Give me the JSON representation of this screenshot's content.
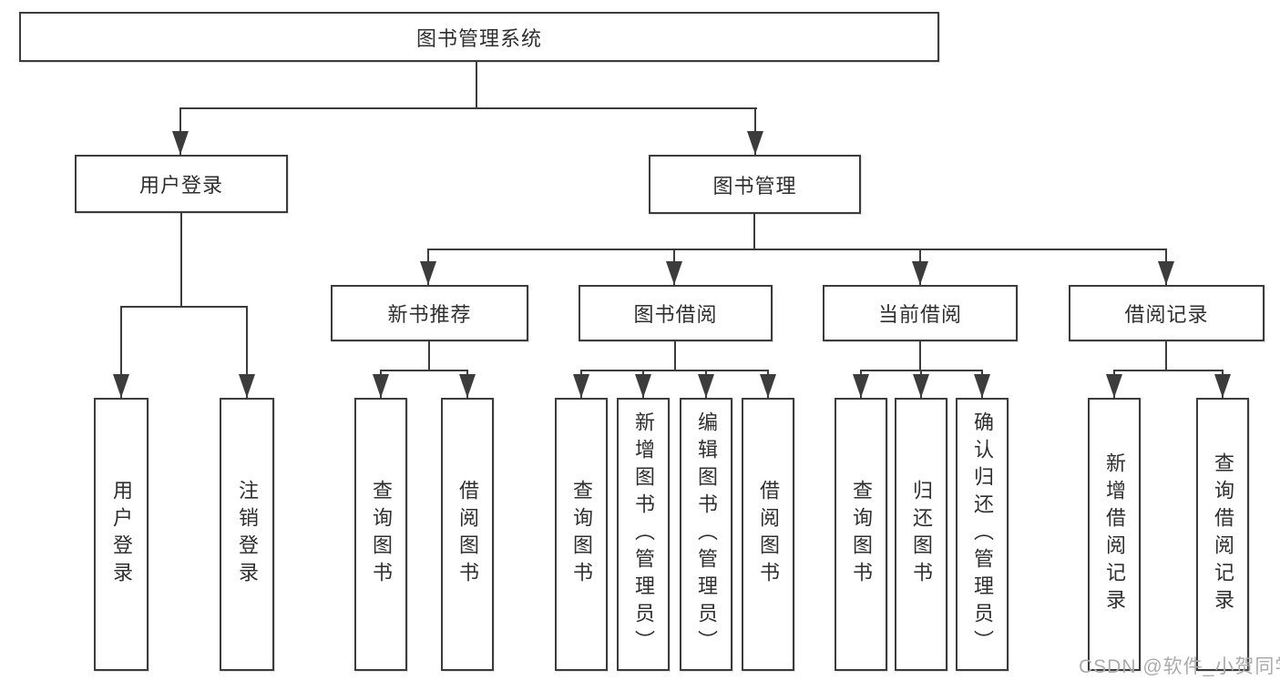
{
  "labels": {
    "root": "图书管理系统",
    "user_login": "用户登录",
    "book_mgmt": "图书管理",
    "new_rec": "新书推荐",
    "borrow": "图书借阅",
    "current": "当前借阅",
    "record": "借阅记录",
    "u1": "用户登录",
    "u2": "注销登录",
    "n1": "查询图书",
    "n2": "借阅图书",
    "b1": "查询图书",
    "b2": "新增图书（管理员）",
    "b3": "编辑图书（管理员）",
    "b4": "借阅图书",
    "c1": "查询图书",
    "c2": "归还图书",
    "c3": "确认归还（管理员）",
    "r1": "新增借阅记录",
    "r2": "查询借阅记录"
  },
  "watermark": "CSDN @软件_小贺同学",
  "colors": {
    "line": "#3c3c3c",
    "text": "#2f2f2f",
    "watermark": "#ababab",
    "background": "#ffffff"
  },
  "hierarchy": {
    "root": "图书管理系统",
    "children": [
      {
        "label": "用户登录",
        "children": [
          "用户登录",
          "注销登录"
        ]
      },
      {
        "label": "图书管理",
        "children": [
          {
            "label": "新书推荐",
            "children": [
              "查询图书",
              "借阅图书"
            ]
          },
          {
            "label": "图书借阅",
            "children": [
              "查询图书",
              "新增图书（管理员）",
              "编辑图书（管理员）",
              "借阅图书"
            ]
          },
          {
            "label": "当前借阅",
            "children": [
              "查询图书",
              "归还图书",
              "确认归还（管理员）"
            ]
          },
          {
            "label": "借阅记录",
            "children": [
              "新增借阅记录",
              "查询借阅记录"
            ]
          }
        ]
      }
    ]
  }
}
